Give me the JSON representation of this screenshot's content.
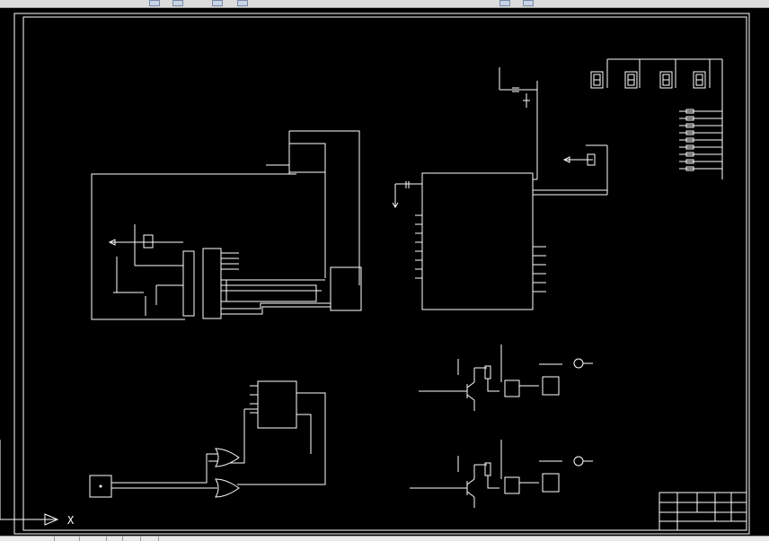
{
  "toolbar": {
    "buttons": [
      "layer-icon",
      "save-icon",
      "undo-icon",
      "zoom-icon",
      "pan-icon",
      "help-icon"
    ]
  },
  "drawing": {
    "background_color": "#000000",
    "line_color": "#ffffff",
    "ucs_axis_label": "X",
    "input_block_label": "",
    "title_block": {
      "rows": 4,
      "cols": 5
    }
  },
  "statusbar": {
    "cells": 6
  }
}
